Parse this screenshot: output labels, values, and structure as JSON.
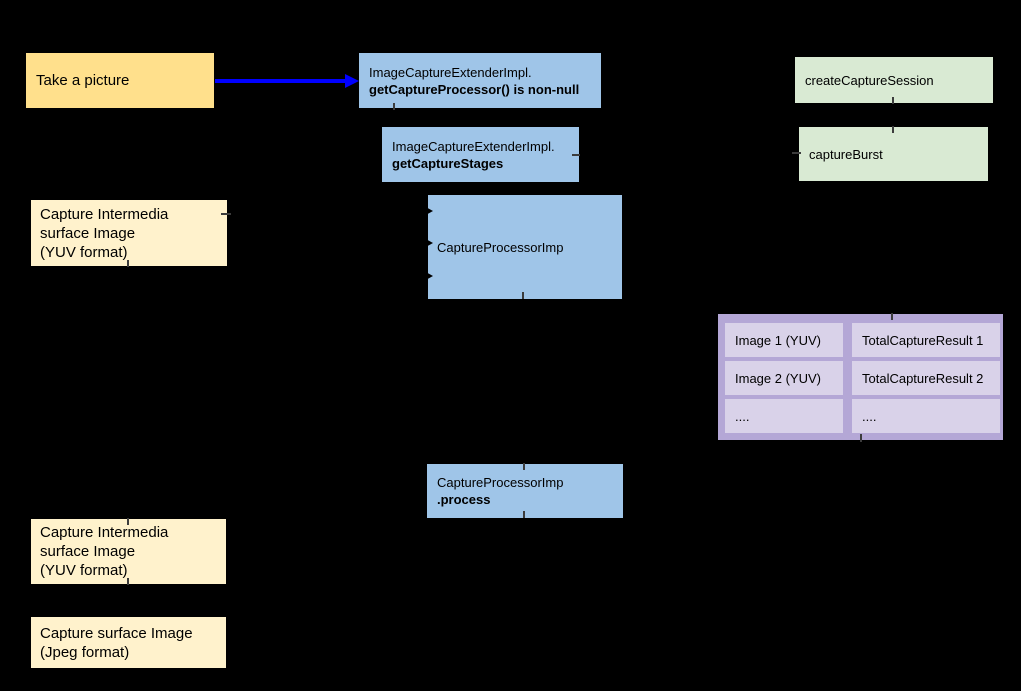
{
  "diagram": {
    "background": "#000000",
    "nodes": {
      "take_a_picture": {
        "label": "Take a picture"
      },
      "get_capture_processor": {
        "line1": "ImageCaptureExtenderImpl.",
        "line2": "getCaptureProcessor() is non-null"
      },
      "get_capture_stages": {
        "line1": "ImageCaptureExtenderImpl.",
        "line2": "getCaptureStages"
      },
      "create_capture_session": {
        "label": "createCaptureSession"
      },
      "capture_burst": {
        "label": "captureBurst"
      },
      "capture_intermedia_top": {
        "text": "Capture Intermedia\nsurface Image\n(YUV format)"
      },
      "capture_processor_imp": {
        "label": "CaptureProcessorImp"
      },
      "capture_processor_process": {
        "line1": "CaptureProcessorImp",
        "line2": ".process"
      },
      "capture_intermedia_bottom": {
        "text": "Capture Intermedia\nsurface Image\n(YUV format)"
      },
      "capture_surface_jpeg": {
        "text": "Capture surface Image\n(Jpeg format)"
      }
    },
    "table": {
      "rows": [
        {
          "image": "Image 1 (YUV)",
          "result": "TotalCaptureResult 1"
        },
        {
          "image": "Image 2 (YUV)",
          "result": "TotalCaptureResult 2"
        },
        {
          "image": "....",
          "result": "...."
        }
      ]
    },
    "colors": {
      "yellow_box": "#FFE08C",
      "cream_box": "#FFF2CC",
      "blue_box": "#9FC5E8",
      "green_box": "#D9EAD3",
      "purple_container": "#B4A7D6",
      "purple_cell": "#D9D2E9",
      "arrow": "#0000FF",
      "text": "#000000"
    }
  }
}
